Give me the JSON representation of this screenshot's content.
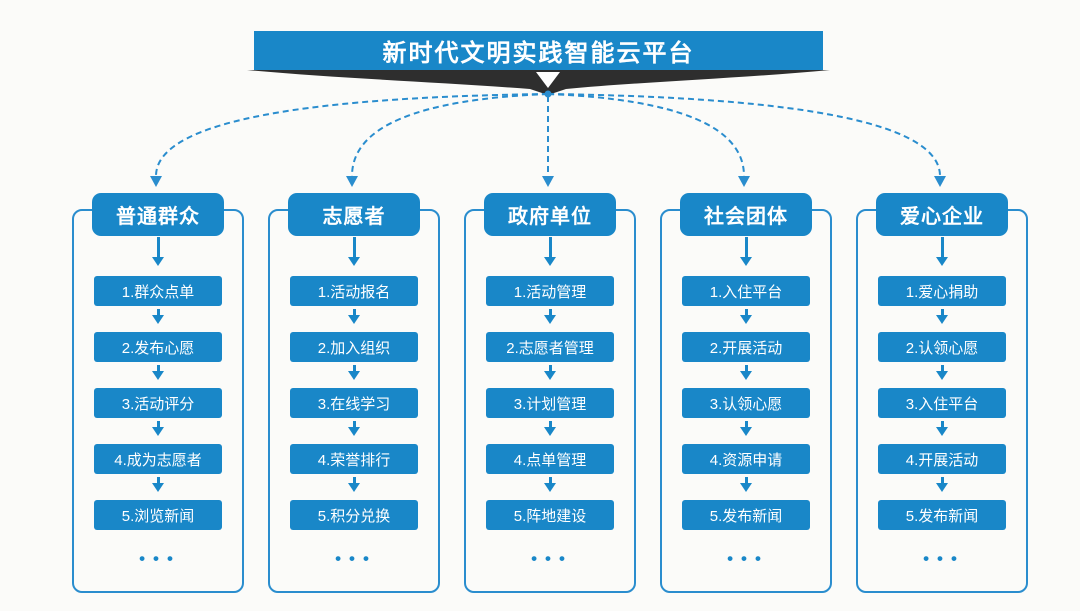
{
  "banner": {
    "title": "新时代文明实践智能云平台"
  },
  "colors": {
    "primary": "#1987c8",
    "connector": "#2a8dce",
    "ribbon_dark": "#2e2e2e",
    "background": "#fbfbf9",
    "text_on_primary": "#ffffff"
  },
  "more_indicator": "•••",
  "columns": [
    {
      "header": "普通群众",
      "items": [
        "1.群众点单",
        "2.发布心愿",
        "3.活动评分",
        "4.成为志愿者",
        "5.浏览新闻"
      ]
    },
    {
      "header": "志愿者",
      "items": [
        "1.活动报名",
        "2.加入组织",
        "3.在线学习",
        "4.荣誉排行",
        "5.积分兑换"
      ]
    },
    {
      "header": "政府单位",
      "items": [
        "1.活动管理",
        "2.志愿者管理",
        "3.计划管理",
        "4.点单管理",
        "5.阵地建设"
      ]
    },
    {
      "header": "社会团体",
      "items": [
        "1.入住平台",
        "2.开展活动",
        "3.认领心愿",
        "4.资源申请",
        "5.发布新闻"
      ]
    },
    {
      "header": "爱心企业",
      "items": [
        "1.爱心捐助",
        "2.认领心愿",
        "3.入住平台",
        "4.开展活动",
        "5.发布新闻"
      ]
    }
  ]
}
